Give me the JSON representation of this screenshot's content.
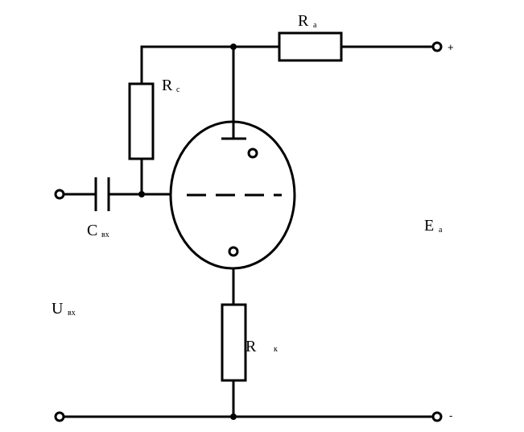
{
  "diagram": {
    "labels": {
      "Ra": {
        "main": "R",
        "sub": "a"
      },
      "Rc": {
        "main": "R",
        "sub": "c"
      },
      "Cin": {
        "main": "C",
        "sub": "вх"
      },
      "Ea": {
        "main": "E",
        "sub": "a"
      },
      "Uin": {
        "main": "U",
        "sub": "вх"
      },
      "Rk": {
        "main": "R",
        "sub": "к"
      }
    },
    "terminals": {
      "plus": "+",
      "minus": "-"
    },
    "colors": {
      "line": "#000000",
      "background": "#ffffff"
    }
  }
}
